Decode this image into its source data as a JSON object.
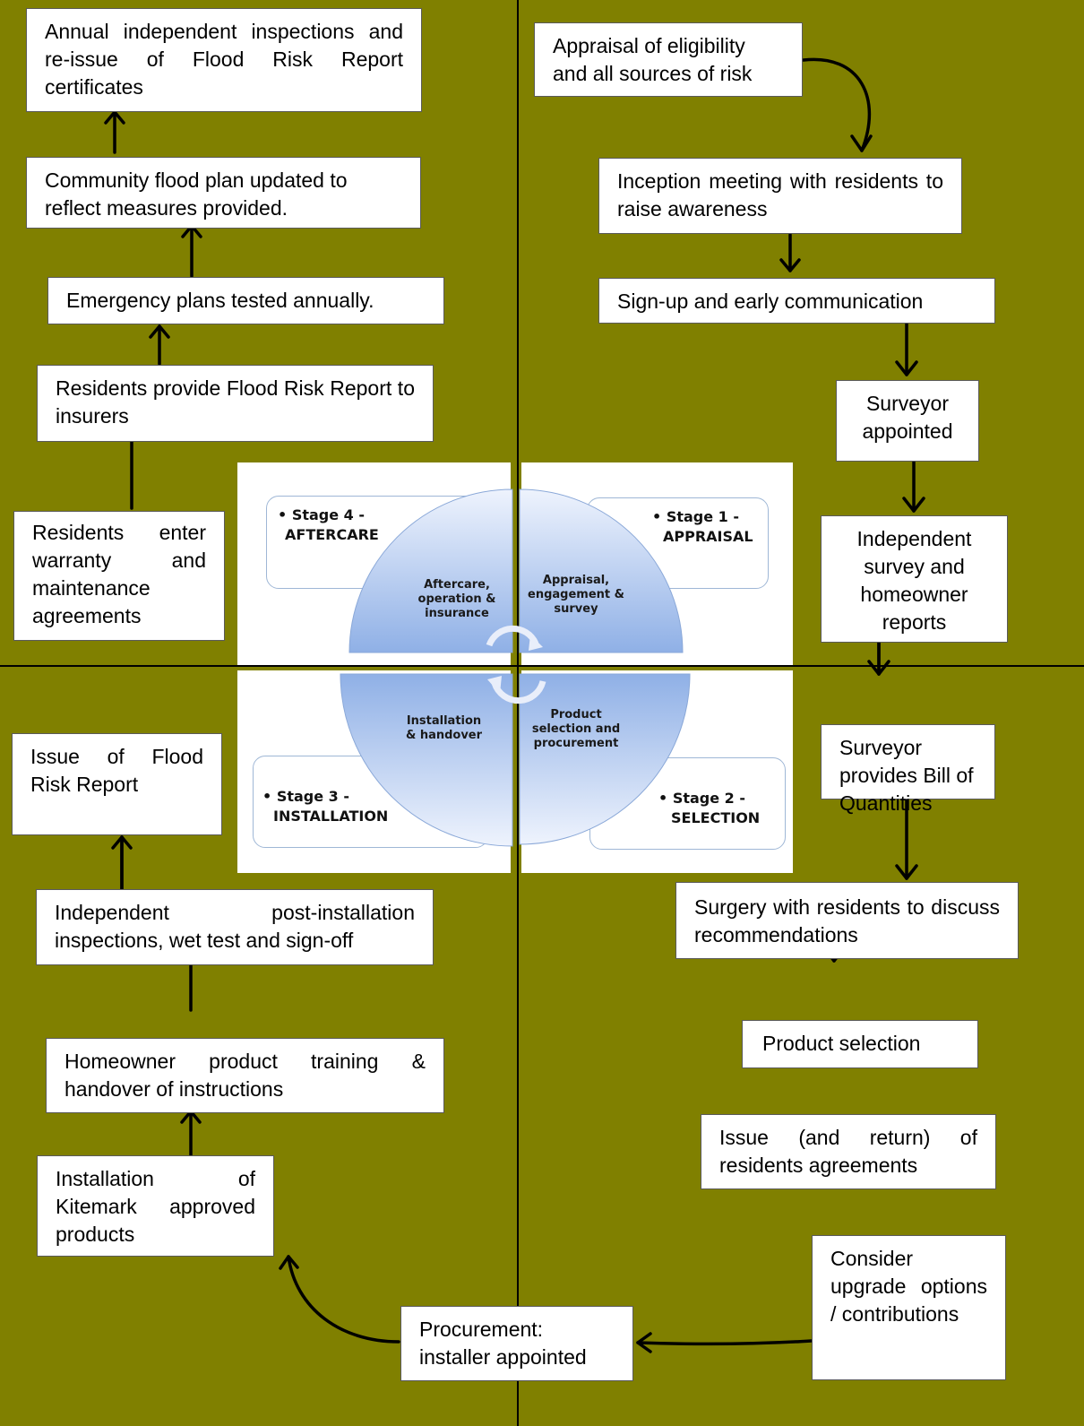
{
  "colors": {
    "background": "#808000",
    "box": "#ffffff",
    "sector_fill": "#a9c4ef"
  },
  "stage_panels": [
    {
      "id": "stage1",
      "bullet": "•",
      "label": "Stage 1 -",
      "name": "APPRAISAL",
      "sector": "Appraisal, engagement & survey"
    },
    {
      "id": "stage2",
      "bullet": "•",
      "label": "Stage 2 -",
      "name": "SELECTION",
      "sector": "Product selection and procurement"
    },
    {
      "id": "stage3",
      "bullet": "•",
      "label": "Stage 3 -",
      "name": "INSTALLATION",
      "sector": "Installation & handover"
    },
    {
      "id": "stage4",
      "bullet": "•",
      "label": "Stage 4 -",
      "name": "AFTERCARE",
      "sector": "Aftercare, operation & insurance"
    }
  ],
  "boxes": {
    "appraisal_eligibility": "Appraisal of eligibility and all sources of risk",
    "inception_meeting": "Inception meeting with residents to raise awareness",
    "signup": "Sign-up and early communication",
    "surveyor_appointed": "Surveyor appointed",
    "independent_survey": "Independent survey and homeowner reports",
    "bill_of_quantities": "Surveyor provides Bill of Quantities",
    "surgery": "Surgery with residents to discuss recommendations",
    "product_selection": "Product selection",
    "issue_agreements": "Issue (and return) of residents agreements",
    "consider_upgrade": "Consider upgrade options / contributions",
    "procurement": "Procurement: installer appointed",
    "installation_kitemark": "Installation of Kitemark approved products",
    "homeowner_training": "Homeowner product training & handover of instructions",
    "post_installation": "Independent post-installation inspections, wet test and sign-off",
    "issue_flood_report": "Issue of Flood Risk Report",
    "warranty": "Residents enter warranty and maintenance agreements",
    "provide_report": "Residents provide Flood Risk Report to insurers",
    "emergency_plans": "Emergency plans tested annually.",
    "community_plan": "Community flood plan updated to reflect measures provided.",
    "annual_inspections": "Annual independent inspections and re-issue of Flood Risk Report certificates"
  }
}
